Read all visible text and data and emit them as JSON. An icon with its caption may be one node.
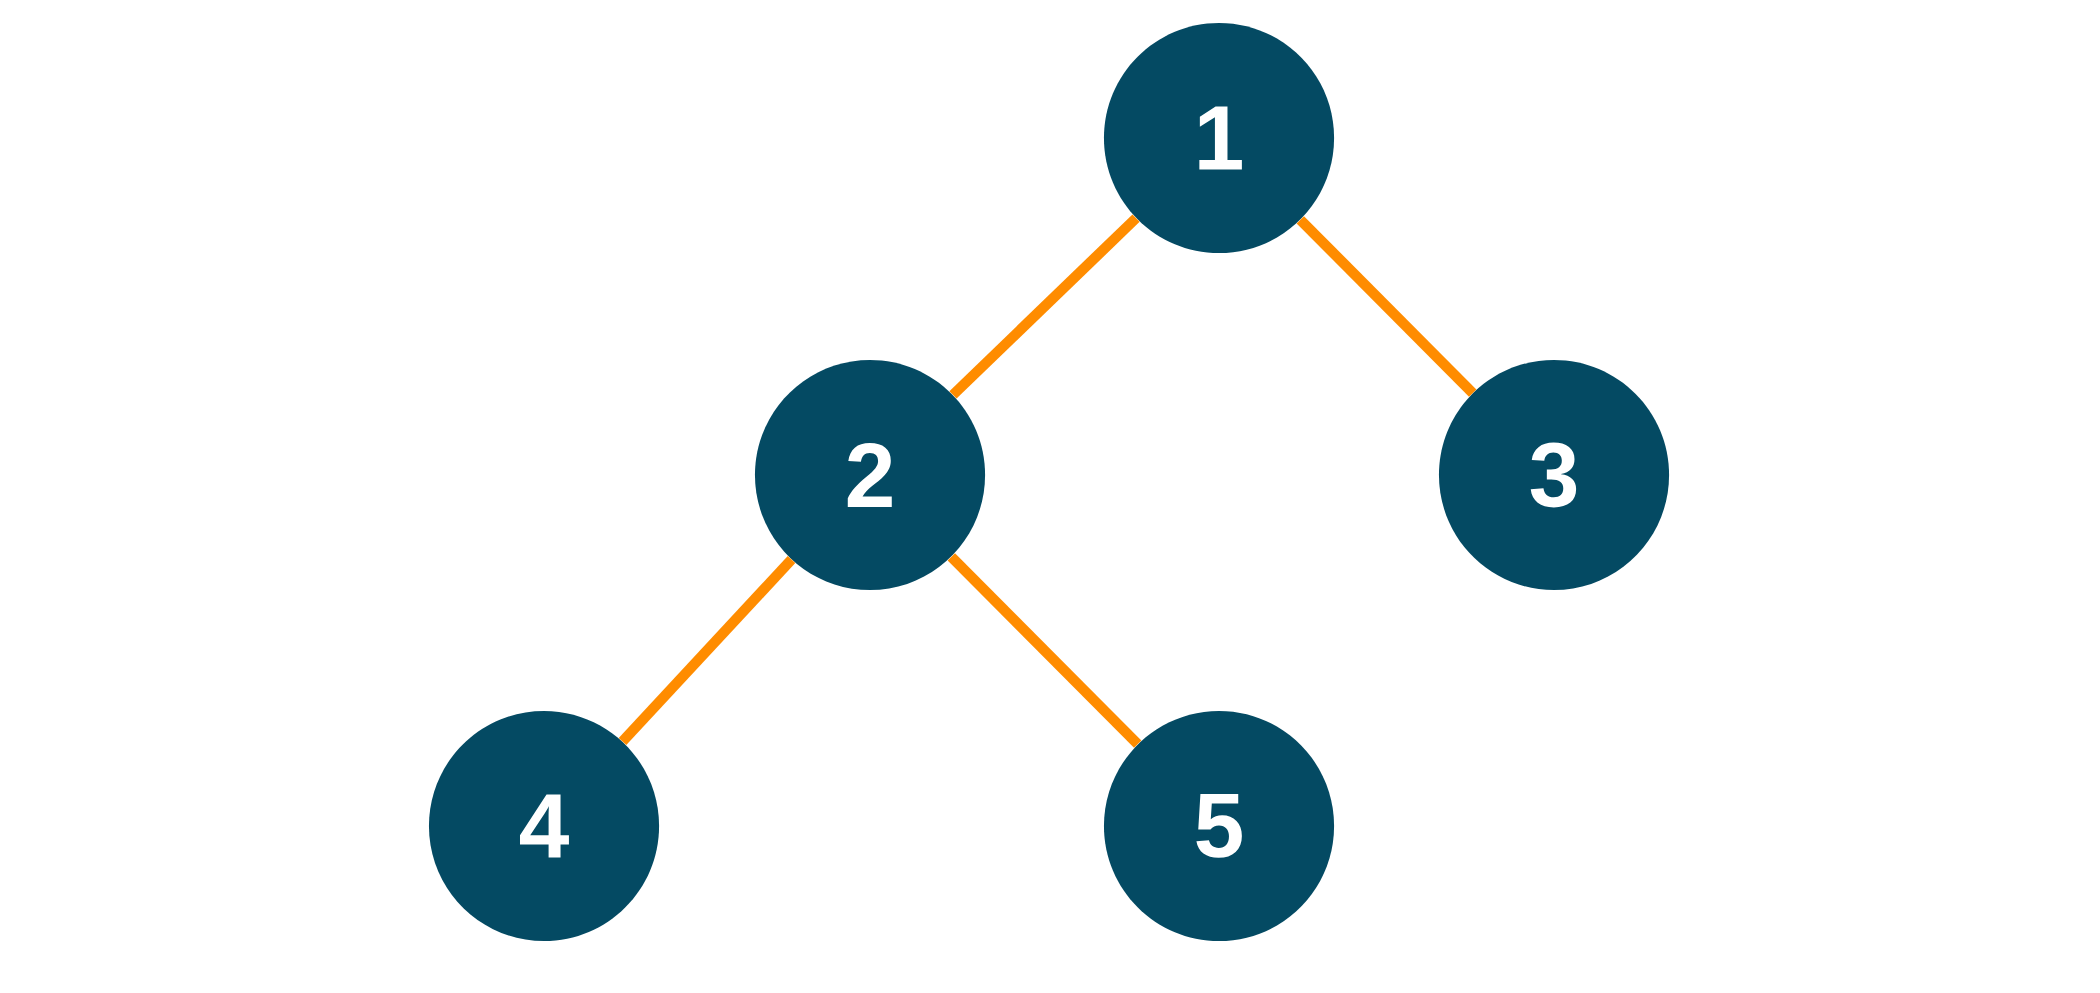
{
  "diagram": {
    "nodes": [
      {
        "text": [
          "1"
        ]
      },
      {
        "text": [
          "2"
        ]
      },
      {
        "text": [
          "3"
        ]
      },
      {
        "text": [
          "4"
        ]
      },
      {
        "text": [
          "5"
        ]
      }
    ],
    "edges": [
      {
        "from": 0,
        "to": 1,
        "arrow": "none"
      },
      {
        "from": 0,
        "to": 2,
        "arrow": "none"
      },
      {
        "from": 1,
        "to": 3,
        "arrow": "none"
      },
      {
        "from": 1,
        "to": 4,
        "arrow": "none"
      }
    ]
  }
}
